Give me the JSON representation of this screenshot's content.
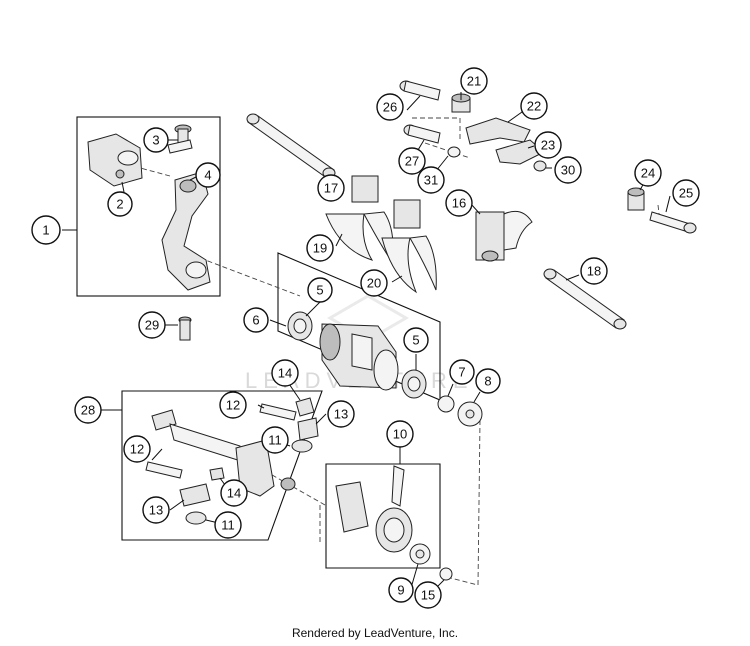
{
  "callouts": [
    {
      "id": "c1",
      "label": "1"
    },
    {
      "id": "c2",
      "label": "2"
    },
    {
      "id": "c3",
      "label": "3"
    },
    {
      "id": "c4",
      "label": "4"
    },
    {
      "id": "c5a",
      "label": "5"
    },
    {
      "id": "c5b",
      "label": "5"
    },
    {
      "id": "c6",
      "label": "6"
    },
    {
      "id": "c7",
      "label": "7"
    },
    {
      "id": "c8",
      "label": "8"
    },
    {
      "id": "c9",
      "label": "9"
    },
    {
      "id": "c10",
      "label": "10"
    },
    {
      "id": "c11a",
      "label": "11"
    },
    {
      "id": "c11b",
      "label": "11"
    },
    {
      "id": "c12a",
      "label": "12"
    },
    {
      "id": "c12b",
      "label": "12"
    },
    {
      "id": "c13a",
      "label": "13"
    },
    {
      "id": "c13b",
      "label": "13"
    },
    {
      "id": "c14a",
      "label": "14"
    },
    {
      "id": "c14b",
      "label": "14"
    },
    {
      "id": "c15",
      "label": "15"
    },
    {
      "id": "c16",
      "label": "16"
    },
    {
      "id": "c17",
      "label": "17"
    },
    {
      "id": "c18",
      "label": "18"
    },
    {
      "id": "c19",
      "label": "19"
    },
    {
      "id": "c20",
      "label": "20"
    },
    {
      "id": "c21",
      "label": "21"
    },
    {
      "id": "c22",
      "label": "22"
    },
    {
      "id": "c23",
      "label": "23"
    },
    {
      "id": "c24",
      "label": "24"
    },
    {
      "id": "c25",
      "label": "25"
    },
    {
      "id": "c26",
      "label": "26"
    },
    {
      "id": "c27",
      "label": "27"
    },
    {
      "id": "c28",
      "label": "28"
    },
    {
      "id": "c29",
      "label": "29"
    },
    {
      "id": "c30",
      "label": "30"
    },
    {
      "id": "c31",
      "label": "31"
    }
  ],
  "watermark": "LEADVENTURE",
  "footer": "Rendered by LeadVenture, Inc."
}
